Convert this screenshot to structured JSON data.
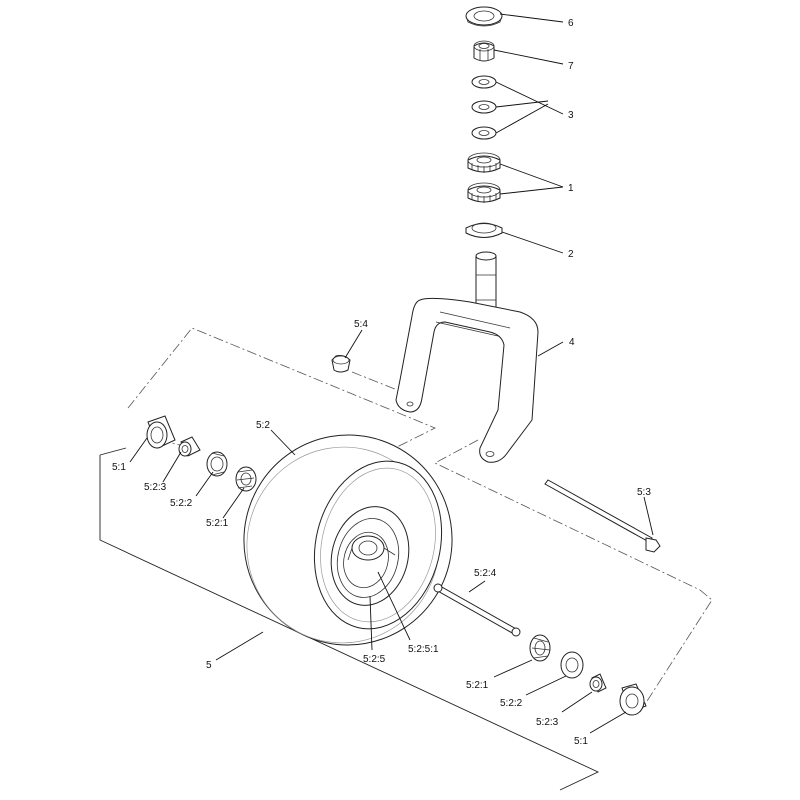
{
  "diagram": {
    "callouts": {
      "c1": "1",
      "c2": "2",
      "c3": "3",
      "c4": "4",
      "c5": "5",
      "c6": "6",
      "c7": "7",
      "c51_left": "5:1",
      "c51_right": "5:1",
      "c52": "5:2",
      "c521_left": "5:2:1",
      "c521_right": "5:2:1",
      "c522_left": "5:2:2",
      "c522_right": "5:2:2",
      "c523_left": "5:2:3",
      "c523_right": "5:2:3",
      "c524": "5:2:4",
      "c525": "5:2:5",
      "c5251": "5:2:5:1",
      "c53": "5:3",
      "c54": "5:4"
    }
  }
}
